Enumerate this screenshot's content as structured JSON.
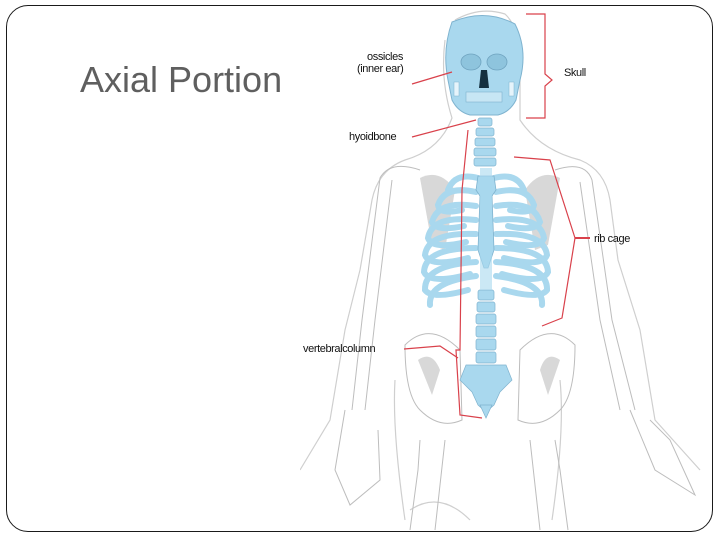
{
  "slide": {
    "title": "Axial Portion"
  },
  "figure": {
    "subject": "human-skeleton-axial",
    "highlight_color": "#a9d8ee",
    "outline_color": "#c9c9c9",
    "leader_color": "#d9414b",
    "labels": {
      "skull": "Skull",
      "ossicles_line1": "ossicles",
      "ossicles_line2": "(inner ear)",
      "hyoid": "hyoidbone",
      "rib_cage": "rib cage",
      "vertebral_column": "vertebralcolumn"
    }
  }
}
